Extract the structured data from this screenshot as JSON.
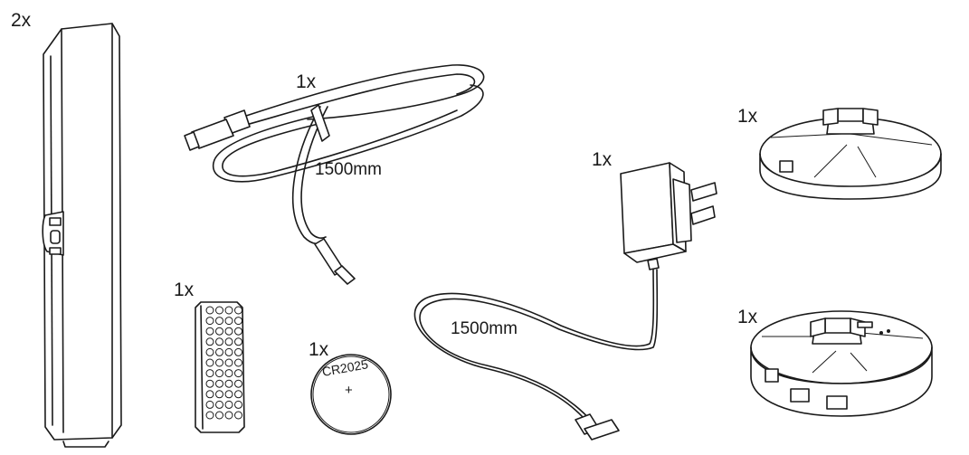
{
  "items": {
    "light_bar": {
      "quantity": "2x"
    },
    "usb_cable": {
      "quantity": "1x",
      "length": "1500mm"
    },
    "power_adapter": {
      "quantity": "1x",
      "length": "1500mm"
    },
    "mount_base_top": {
      "quantity": "1x"
    },
    "mount_base_bottom": {
      "quantity": "1x"
    },
    "remote_control": {
      "quantity": "1x"
    },
    "coin_battery": {
      "quantity": "1x",
      "label": "CR2025",
      "polarity": "+"
    }
  },
  "colors": {
    "line": "#1a1a1a",
    "background": "#ffffff"
  }
}
